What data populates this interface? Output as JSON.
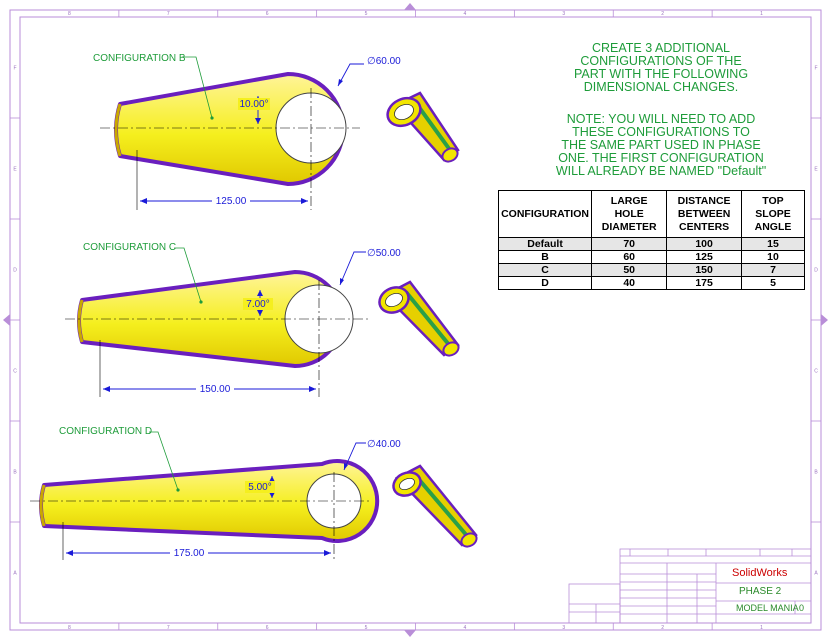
{
  "views": [
    {
      "name": "CONFIGURATION B",
      "angle": "10.00°",
      "diameter": "∅60.00",
      "distance": "125.00"
    },
    {
      "name": "CONFIGURATION C",
      "angle": "7.00°",
      "diameter": "∅50.00",
      "distance": "150.00"
    },
    {
      "name": "CONFIGURATION D",
      "angle": "5.00°",
      "diameter": "∅40.00",
      "distance": "175.00"
    }
  ],
  "instructions": {
    "lines": [
      "CREATE 3 ADDITIONAL",
      "CONFIGURATIONS OF THE",
      "PART WITH THE FOLLOWING",
      "DIMENSIONAL CHANGES."
    ],
    "note_lines": [
      "NOTE: YOU WILL NEED TO ADD",
      "THESE CONFIGURATIONS TO",
      "THE SAME PART USED IN PHASE",
      "ONE.  THE FIRST CONFIGURATION",
      "WILL ALREADY BE NAMED \"Default\""
    ]
  },
  "table": {
    "headers": [
      "CONFIGURATION",
      "LARGE HOLE DIAMETER",
      "DISTANCE BETWEEN CENTERS",
      "TOP SLOPE ANGLE"
    ],
    "rows": [
      [
        "Default",
        "70",
        "100",
        "15"
      ],
      [
        "B",
        "60",
        "125",
        "10"
      ],
      [
        "C",
        "50",
        "150",
        "7"
      ],
      [
        "D",
        "40",
        "175",
        "5"
      ]
    ]
  },
  "title_block": {
    "company": "SolidWorks",
    "title": "PHASE 2",
    "subtitle": "MODEL MANIA",
    "rev": "0"
  },
  "border": {
    "columns_top": [
      "8",
      "7",
      "6",
      "5",
      "4",
      "3",
      "2",
      "1"
    ],
    "rows_side": [
      "F",
      "E",
      "D",
      "C",
      "B",
      "A"
    ]
  },
  "colors": {
    "body_fill": "#f5ef1e",
    "edge": "#6a1fbe",
    "dimension": "#1a1ad8",
    "note_text": "#1e9c3a",
    "border": "#b98ed8",
    "brand_red": "#cc0000"
  }
}
